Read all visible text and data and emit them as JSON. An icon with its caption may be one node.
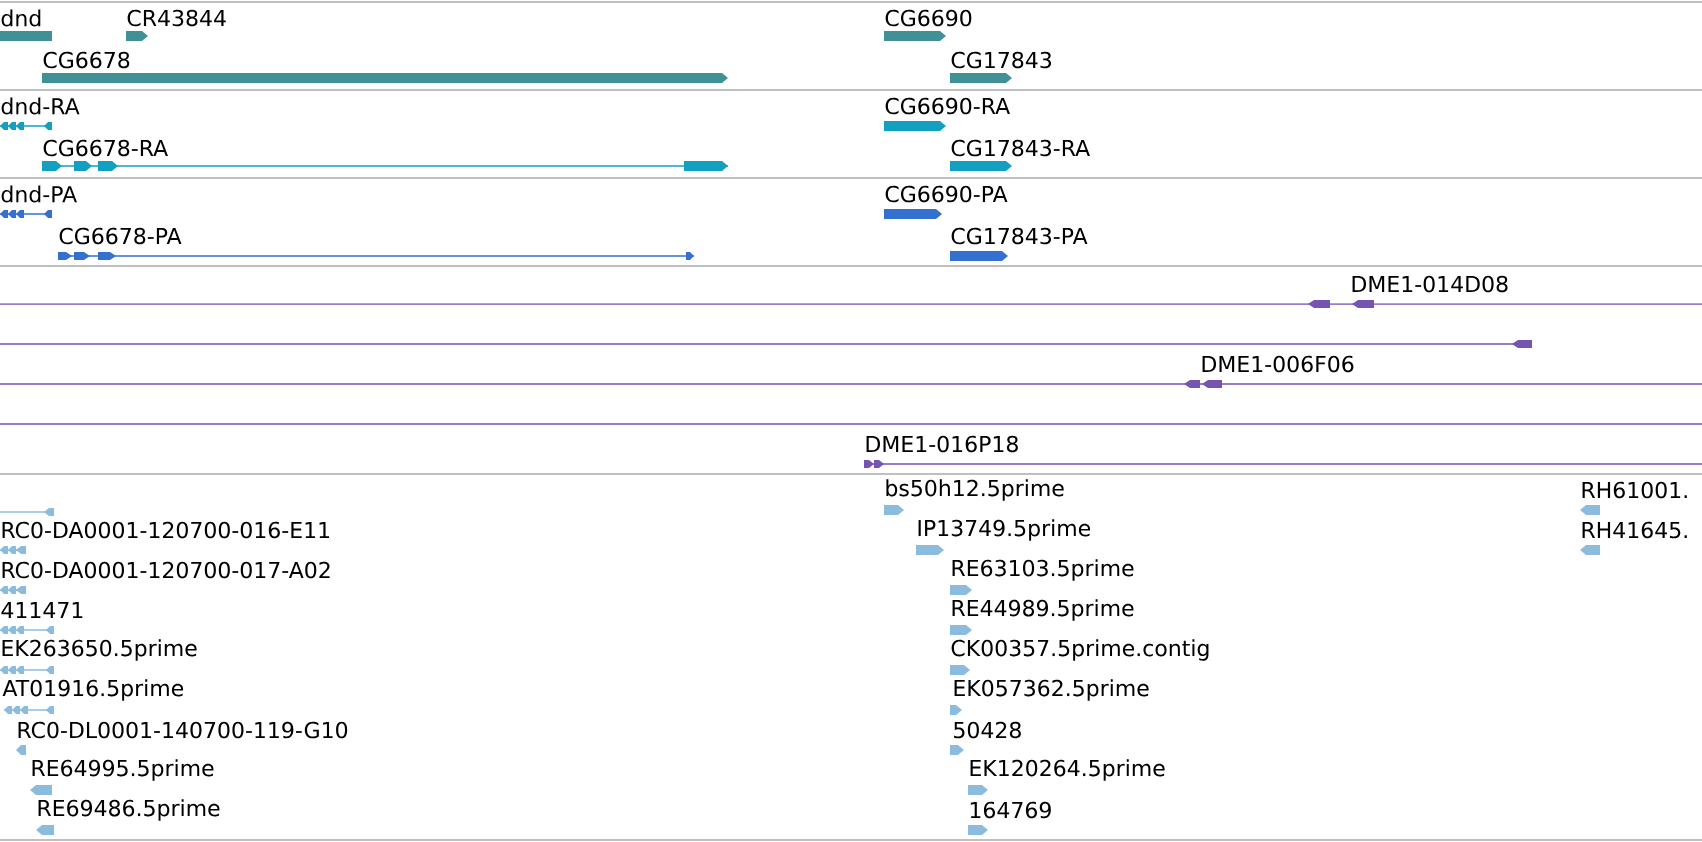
{
  "diagram": {
    "labels": [
      "dnd",
      "CR43844",
      "CG6690",
      "CG6678",
      "CG17843",
      "dnd-RA",
      "CG6690-RA",
      "CG6678-RA",
      "CG17843-RA",
      "dnd-PA",
      "CG6690-PA",
      "CG6678-PA",
      "CG17843-PA",
      "DME1-014D08",
      "DME1-006F06",
      "DME1-016P18",
      "bs50h12.5prime",
      "RH61001.",
      "RC0-DA0001-120700-016-E11",
      "IP13749.5prime",
      "RH41645.",
      "RC0-DA0001-120700-017-A02",
      "RE63103.5prime",
      "411471",
      "RE44989.5prime",
      "EK263650.5prime",
      "CK00357.5prime.contig",
      "AT01916.5prime",
      "EK057362.5prime",
      "RC0-DL0001-140700-119-G10",
      "50428",
      "RE64995.5prime",
      "EK120264.5prime",
      "RE69486.5prime",
      "164769"
    ]
  }
}
